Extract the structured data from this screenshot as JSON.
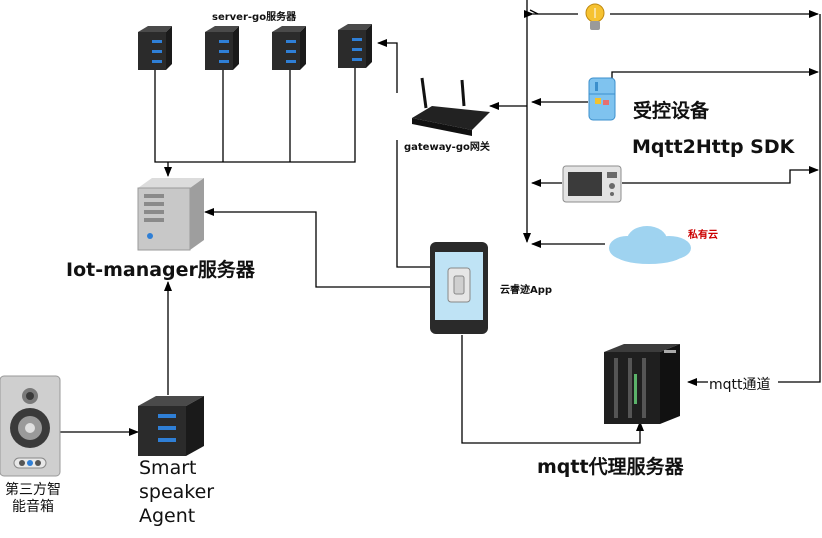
{
  "labels": {
    "server_go": "server-go服务器",
    "gateway_go": "gateway-go网关",
    "iot_manager": "Iot-manager服务器",
    "controlled_devices": "受控设备",
    "sdk": "Mqtt2Http SDK",
    "private_cloud": "私有云",
    "app": "云睿迹App",
    "mqtt_channel": "mqtt通道",
    "mqtt_broker": "mqtt代理服务器",
    "agent": "Smart speaker Agent",
    "third_party_speaker": "第三方智能音箱"
  },
  "colors": {
    "line": "#000000",
    "private_cloud_label": "#cc0000",
    "server_body": "#2b2b2b",
    "server_led": "#2f7fd6",
    "cloud": "#9fd3f0",
    "phone_screen": "#bfe3f5"
  },
  "icons": {
    "server_go_rack": "server-rack-icon",
    "iot_manager": "tower-server-icon",
    "gateway": "wifi-router-icon",
    "lightbulb": "lightbulb-icon",
    "fridge": "fridge-icon",
    "microwave": "microwave-icon",
    "cloud": "cloud-icon",
    "phone": "smartphone-icon",
    "broker": "datacenter-rack-icon",
    "agent": "server-rack-icon",
    "speaker": "speaker-icon"
  }
}
